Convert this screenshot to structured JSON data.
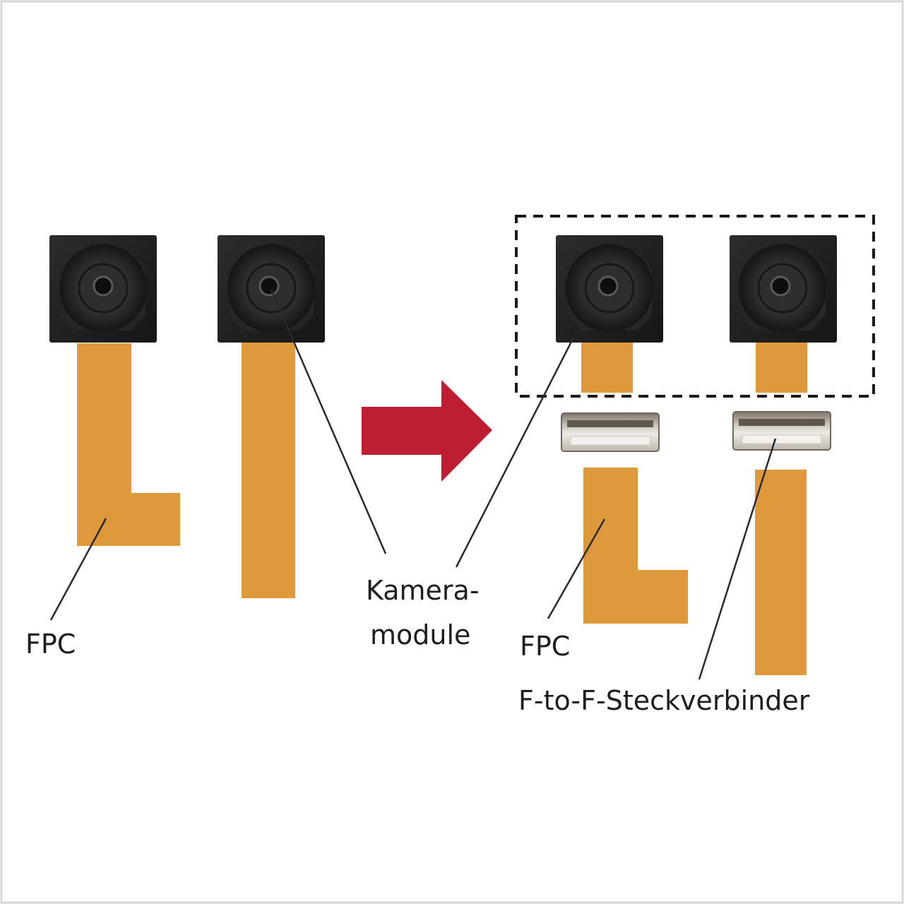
{
  "labels": {
    "fpc_left": "FPC",
    "camera_modules_line1": "Kamera-",
    "camera_modules_line2": "module",
    "fpc_right": "FPC",
    "connector": "F-to-F-Steckverbinder"
  },
  "colors": {
    "background": "#ffffff",
    "frame_border": "#d6d6d6",
    "fpc_orange": "#de993a",
    "module_dark": "#202020",
    "arrow_red": "#be1e32",
    "leader_line": "#2a2a2a",
    "dashed_box": "#1a1a1a",
    "connector_metal": "#b6b0a6",
    "text": "#1e1e1e"
  },
  "icons": {
    "arrow": "right-arrow-icon",
    "camera": "camera-module-icon",
    "connector": "board-connector-icon"
  }
}
